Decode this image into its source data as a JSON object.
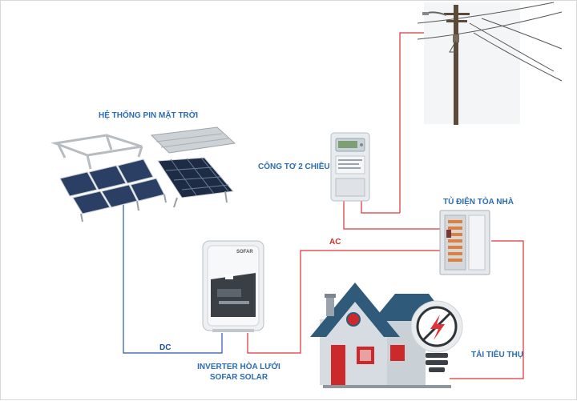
{
  "labels": {
    "solar_system": "HỆ THỐNG PIN MẶT TRỜI",
    "meter": "CÔNG TƠ 2 CHIỀU",
    "distribution_board": "TỦ ĐIỆN TÒA NHÀ",
    "ac": "AC",
    "dc": "DC",
    "inverter_line1": "INVERTER HÒA LƯỚI",
    "inverter_line2": "SOFAR SOLAR",
    "load": "TẢI TIÊU THỤ",
    "inverter_brand": "SOFAR"
  },
  "colors": {
    "ac_wire": "#e0303a",
    "dc_wire": "#2d4fb5",
    "label_blue": "#2a6cb3",
    "roof": "#2f5a7a",
    "house_wall": "#d6dce2",
    "door": "#cc2a2a"
  },
  "icons": {
    "utility_pole": "utility-pole-icon",
    "meter": "electric-meter-icon",
    "distribution_board": "breaker-panel-icon",
    "inverter": "inverter-icon",
    "house": "house-icon",
    "load": "lightning-bulb-icon"
  }
}
